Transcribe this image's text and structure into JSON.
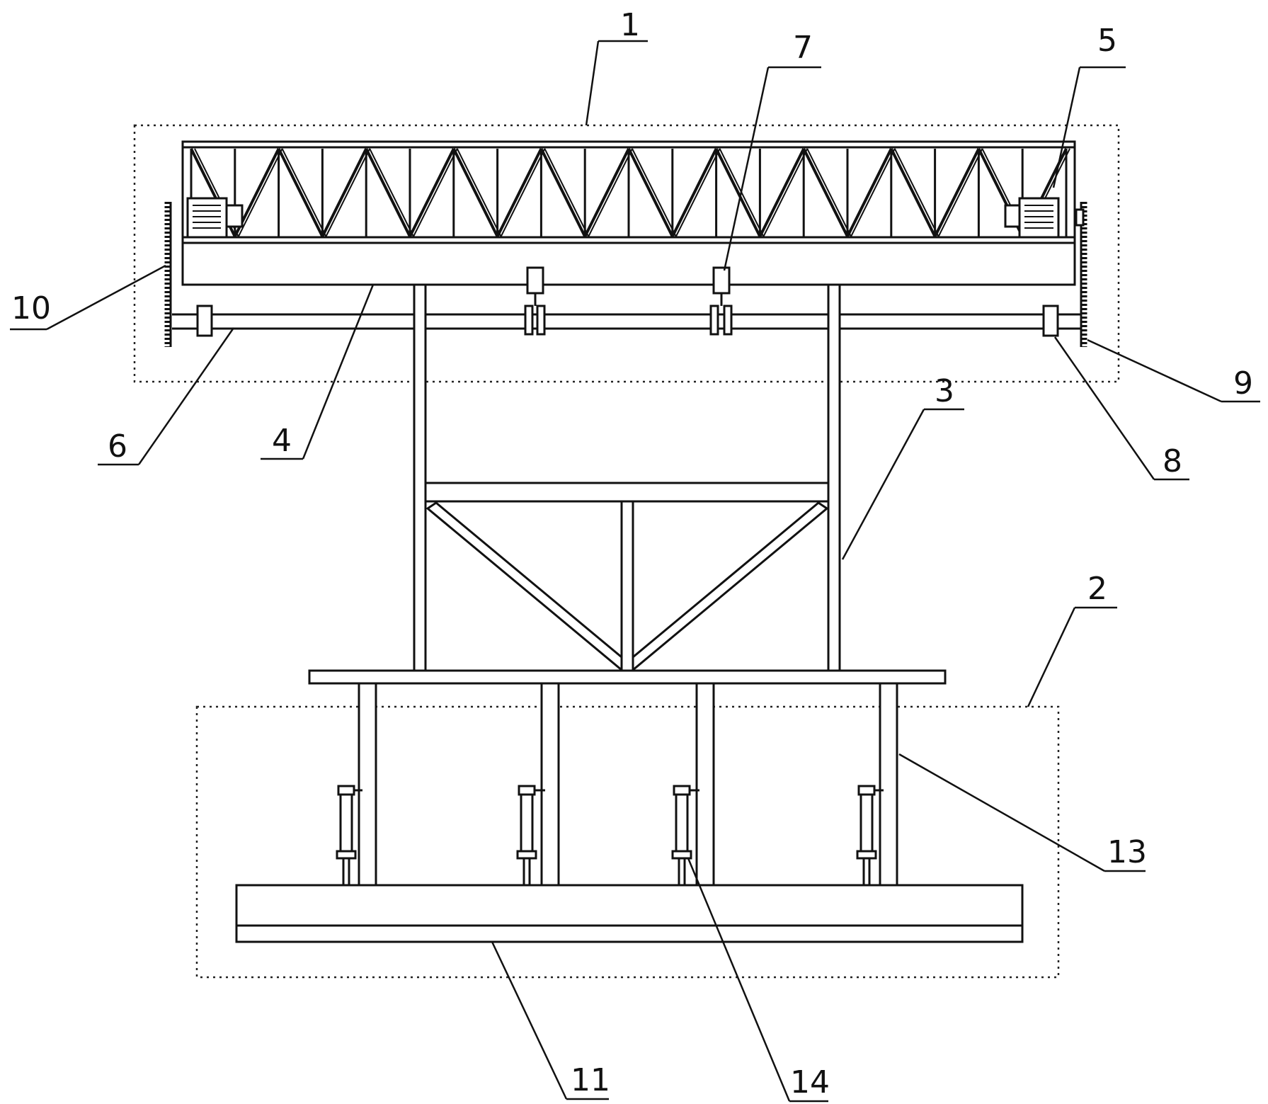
{
  "labels": {
    "l1": "1",
    "l2": "2",
    "l3": "3",
    "l4": "4",
    "l5": "5",
    "l6": "6",
    "l7": "7",
    "l8": "8",
    "l9": "9",
    "l10": "10",
    "l11": "11",
    "l13": "13",
    "l14": "14"
  }
}
